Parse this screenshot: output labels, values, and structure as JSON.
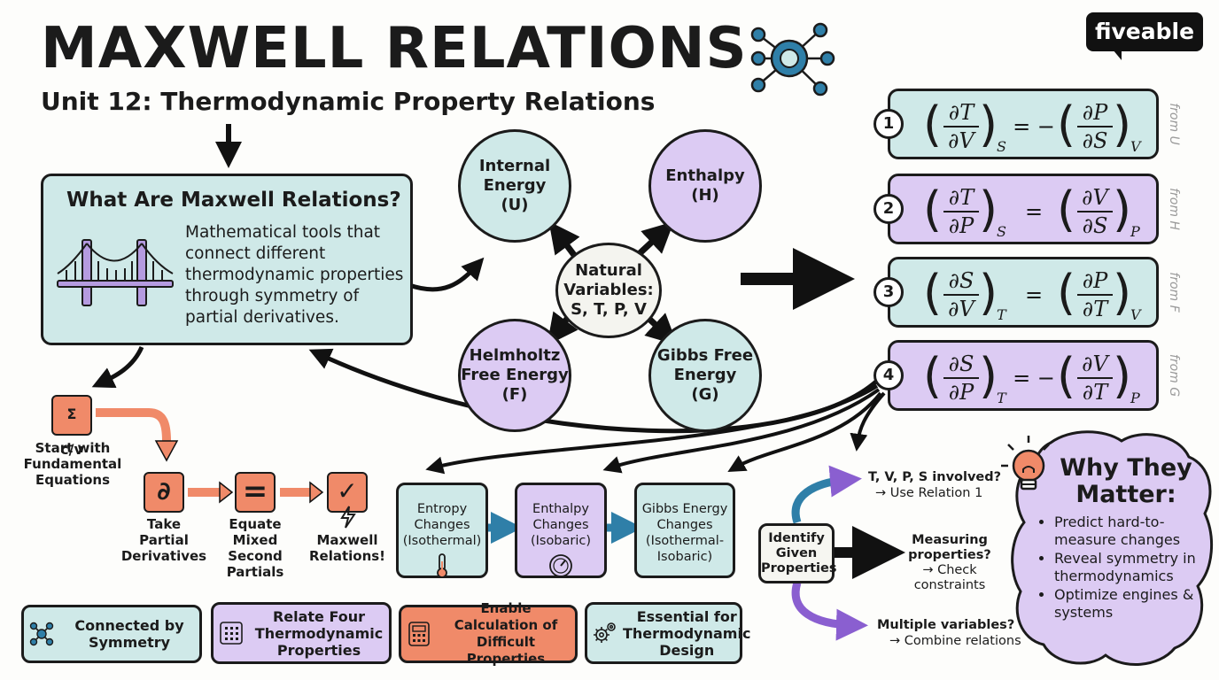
{
  "header": {
    "title": "MAXWELL RELATIONS",
    "subtitle": "Unit 12: Thermodynamic Property Relations",
    "brand": "fiveable"
  },
  "what": {
    "title": "What Are Maxwell Relations?",
    "description": "Mathematical tools that connect different thermodynamic properties through symmetry of partial derivatives."
  },
  "potentials": {
    "center": [
      "Natural",
      "Variables:",
      "S, T, P, V"
    ],
    "u": [
      "Internal",
      "Energy",
      "(U)"
    ],
    "h": [
      "Enthalpy",
      "(H)"
    ],
    "f": [
      "Helmholtz",
      "Free Energy",
      "(F)"
    ],
    "g": [
      "Gibbs Free",
      "Energy",
      "(G)"
    ]
  },
  "relations": [
    {
      "num": "1",
      "from": "from U",
      "lhs_top": "∂T",
      "lhs_bottom": "∂V",
      "lhs_sub": "S",
      "sign": "= −",
      "rhs_top": "∂P",
      "rhs_bottom": "∂S",
      "rhs_sub": "V"
    },
    {
      "num": "2",
      "from": "from H",
      "lhs_top": "∂T",
      "lhs_bottom": "∂P",
      "lhs_sub": "S",
      "sign": "=",
      "rhs_top": "∂V",
      "rhs_bottom": "∂S",
      "rhs_sub": "P"
    },
    {
      "num": "3",
      "from": "from F",
      "lhs_top": "∂S",
      "lhs_bottom": "∂V",
      "lhs_sub": "T",
      "sign": "=",
      "rhs_top": "∂P",
      "rhs_bottom": "∂T",
      "rhs_sub": "V"
    },
    {
      "num": "4",
      "from": "from G",
      "lhs_top": "∂S",
      "lhs_bottom": "∂P",
      "lhs_sub": "T",
      "sign": "= −",
      "rhs_top": "∂V",
      "rhs_bottom": "∂T",
      "rhs_sub": "P"
    }
  ],
  "steps": {
    "start": [
      "Start with",
      "Fundamental",
      "Equations"
    ],
    "start_icon": "Σ c/v",
    "take": [
      "Take",
      "Partial",
      "Derivatives"
    ],
    "take_icon": "∂",
    "equate": [
      "Equate",
      "Mixed",
      "Second",
      "Partials"
    ],
    "equate_icon": "=",
    "maxwell": [
      "Maxwell",
      "Relations!"
    ],
    "maxwell_icon": "✓"
  },
  "processes": [
    {
      "lines": [
        "Entropy",
        "Changes",
        "(Isothermal)"
      ],
      "icon": "thermometer-icon"
    },
    {
      "lines": [
        "Enthalpy",
        "Changes",
        "(Isobaric)"
      ],
      "icon": "gauge-icon"
    },
    {
      "lines": [
        "Gibbs Energy",
        "Changes",
        "(Isothermal-",
        "Isobaric)"
      ],
      "icon": ""
    }
  ],
  "decision": {
    "center": [
      "Identify",
      "Given",
      "Properties"
    ],
    "top": [
      "T, V, P, S involved?",
      "→ Use Relation 1"
    ],
    "middle": [
      "Measuring",
      "properties?",
      "→ Check constraints"
    ],
    "bottom": [
      "Multiple variables?",
      "→ Combine relations"
    ]
  },
  "why": {
    "title": [
      "Why They",
      "Matter:"
    ],
    "items": [
      "Predict hard-to-measure changes",
      "Reveal symmetry in thermodynamics",
      "Optimize engines & systems"
    ]
  },
  "tags": [
    {
      "text": [
        "Connected by",
        "Symmetry"
      ],
      "icon": "network-icon"
    },
    {
      "text": [
        "Relate Four",
        "Thermodynamic",
        "Properties"
      ],
      "icon": "grid-icon"
    },
    {
      "text": [
        "Enable Calculation of",
        "Difficult Properties"
      ],
      "icon": "calculator-icon"
    },
    {
      "text": [
        "Essential for",
        "Thermodynamic",
        "Design"
      ],
      "icon": "gears-icon"
    }
  ],
  "colors": {
    "teal": "#cfe9e8",
    "purple": "#dccbf3",
    "orange": "#f08a69",
    "blue": "#2f7fa8",
    "violet": "#8a5fd0"
  }
}
